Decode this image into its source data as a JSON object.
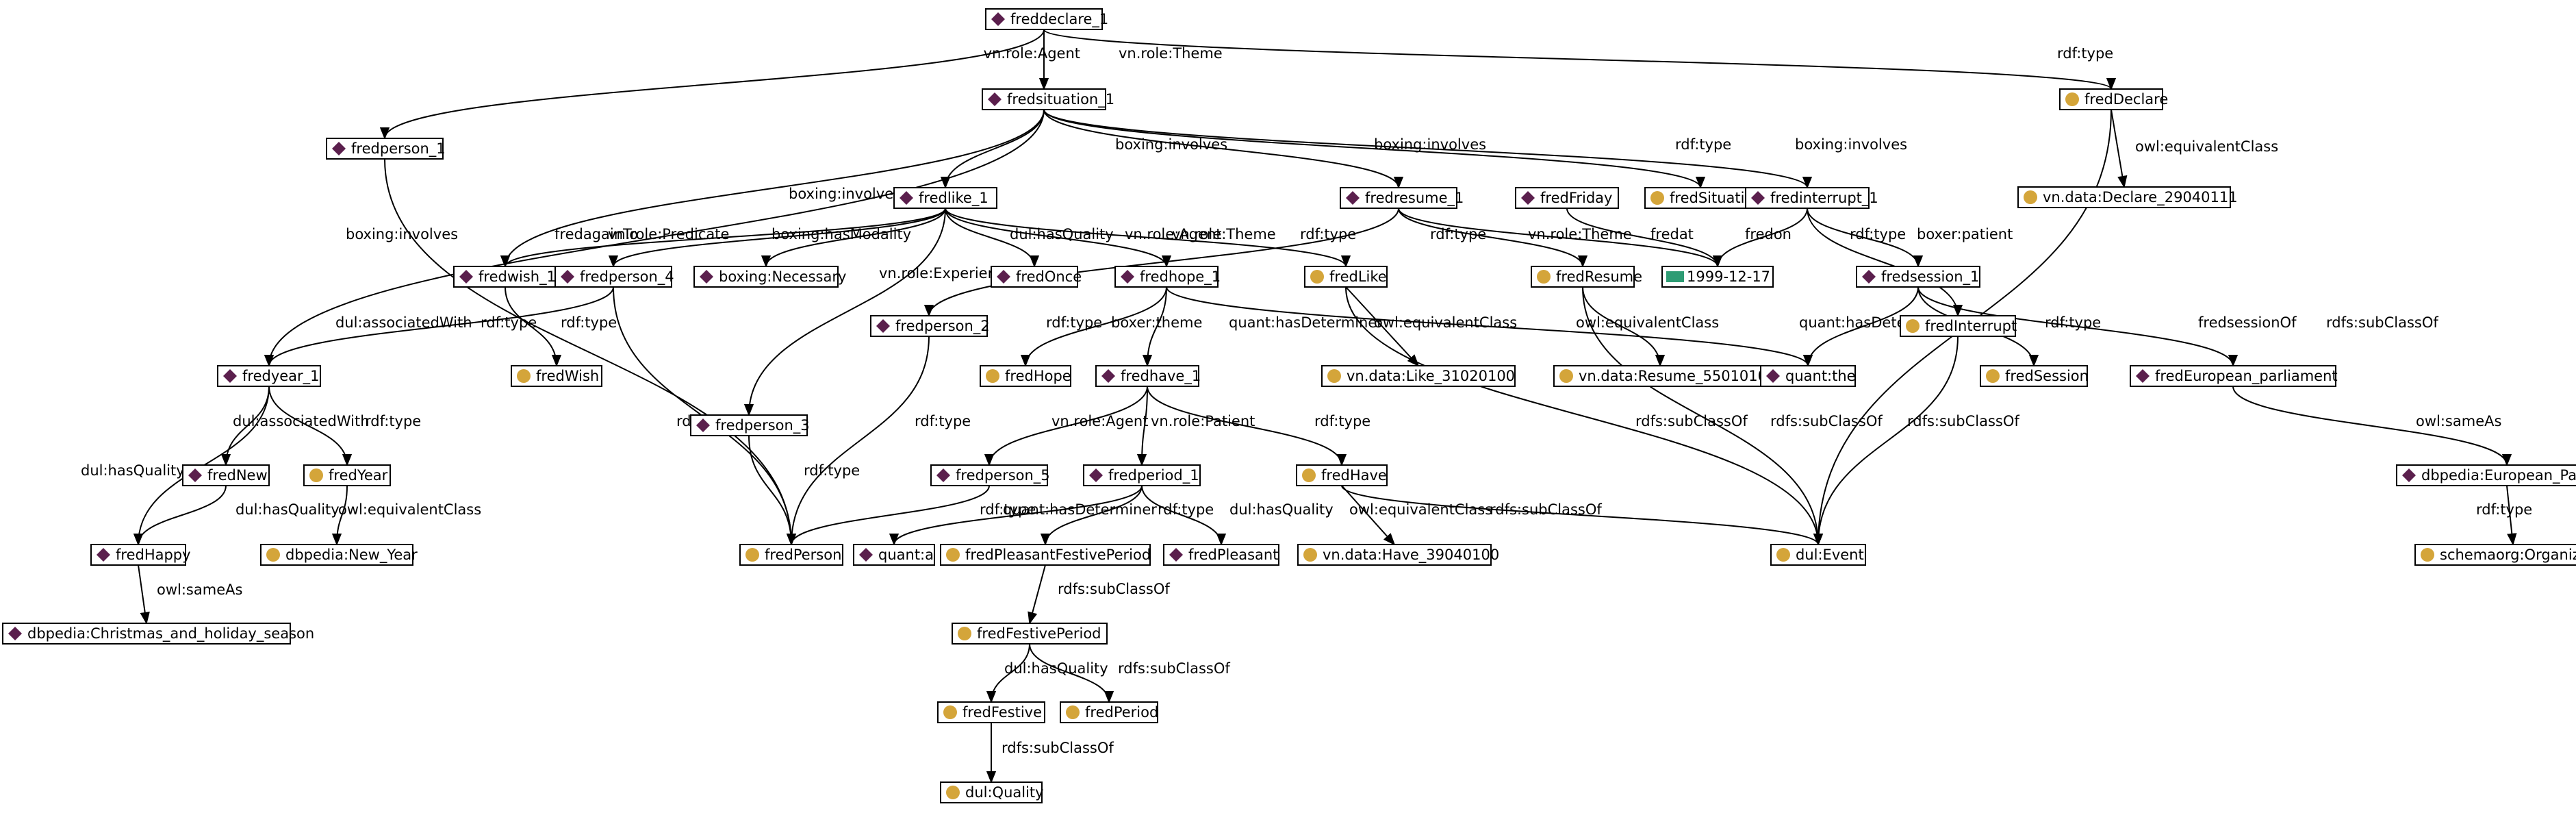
{
  "colors": {
    "entity": "#5b1f4d",
    "class": "#d4a53a",
    "literal": "#2e9c74",
    "line": "#000000"
  },
  "nodes": [
    {
      "id": "fredDeclare_1",
      "label": "freddeclare_1",
      "kind": "entity"
    },
    {
      "id": "fredsituation_1",
      "label": "fredsituation_1",
      "kind": "entity"
    },
    {
      "id": "fredperson_1",
      "label": "fredperson_1",
      "kind": "entity"
    },
    {
      "id": "fredDeclare",
      "label": "fredDeclare",
      "kind": "class"
    },
    {
      "id": "vnDeclare",
      "label": "vn.data:Declare_29040111",
      "kind": "class"
    },
    {
      "id": "fredlike_1",
      "label": "fredlike_1",
      "kind": "entity"
    },
    {
      "id": "fredresume_1",
      "label": "fredresume_1",
      "kind": "entity"
    },
    {
      "id": "fredFriday",
      "label": "fredFriday",
      "kind": "entity"
    },
    {
      "id": "fredSituation",
      "label": "fredSituation",
      "kind": "class"
    },
    {
      "id": "fredinterrupt_1",
      "label": "fredinterrupt_1",
      "kind": "entity"
    },
    {
      "id": "fredwish_1",
      "label": "fredwish_1",
      "kind": "entity"
    },
    {
      "id": "fredperson_4",
      "label": "fredperson_4",
      "kind": "entity"
    },
    {
      "id": "boxingNecessary",
      "label": "boxing:Necessary",
      "kind": "entity"
    },
    {
      "id": "fredOnce",
      "label": "fredOnce",
      "kind": "entity"
    },
    {
      "id": "fredhope_1",
      "label": "fredhope_1",
      "kind": "entity"
    },
    {
      "id": "fredLike",
      "label": "fredLike",
      "kind": "class"
    },
    {
      "id": "fredResume",
      "label": "fredResume",
      "kind": "class"
    },
    {
      "id": "date1999",
      "label": "1999-12-17",
      "kind": "literal"
    },
    {
      "id": "fredsession_1",
      "label": "fredsession_1",
      "kind": "entity"
    },
    {
      "id": "fredyear_1",
      "label": "fredyear_1",
      "kind": "entity"
    },
    {
      "id": "fredperson_2",
      "label": "fredperson_2",
      "kind": "entity"
    },
    {
      "id": "fredInterrupt",
      "label": "fredInterrupt",
      "kind": "class"
    },
    {
      "id": "fredWish",
      "label": "fredWish",
      "kind": "class"
    },
    {
      "id": "fredHope",
      "label": "fredHope",
      "kind": "class"
    },
    {
      "id": "fredhave_1",
      "label": "fredhave_1",
      "kind": "entity"
    },
    {
      "id": "vnLike",
      "label": "vn.data:Like_31020100",
      "kind": "class"
    },
    {
      "id": "vnResume",
      "label": "vn.data:Resume_55010100",
      "kind": "class"
    },
    {
      "id": "quantThe",
      "label": "quant:the",
      "kind": "entity"
    },
    {
      "id": "fredSession",
      "label": "fredSession",
      "kind": "class"
    },
    {
      "id": "fredEuropean",
      "label": "fredEuropean_parliament",
      "kind": "entity"
    },
    {
      "id": "fredNew",
      "label": "fredNew",
      "kind": "entity"
    },
    {
      "id": "fredYear",
      "label": "fredYear",
      "kind": "class"
    },
    {
      "id": "fredperson_3",
      "label": "fredperson_3",
      "kind": "entity"
    },
    {
      "id": "fredperson_5",
      "label": "fredperson_5",
      "kind": "entity"
    },
    {
      "id": "fredperiod_1",
      "label": "fredperiod_1",
      "kind": "entity"
    },
    {
      "id": "fredHave",
      "label": "fredHave",
      "kind": "class"
    },
    {
      "id": "dbpediaEP",
      "label": "dbpedia:European_Parliament",
      "kind": "entity"
    },
    {
      "id": "fredHappy",
      "label": "fredHappy",
      "kind": "entity"
    },
    {
      "id": "dbpediaNewYear",
      "label": "dbpedia:New_Year",
      "kind": "class"
    },
    {
      "id": "fredPerson",
      "label": "fredPerson",
      "kind": "class"
    },
    {
      "id": "quantA",
      "label": "quant:a",
      "kind": "entity"
    },
    {
      "id": "fredPFP",
      "label": "fredPleasantFestivePeriod",
      "kind": "class"
    },
    {
      "id": "fredPleasant",
      "label": "fredPleasant",
      "kind": "entity"
    },
    {
      "id": "vnHave",
      "label": "vn.data:Have_39040100",
      "kind": "class"
    },
    {
      "id": "dulEvent",
      "label": "dul:Event",
      "kind": "class"
    },
    {
      "id": "schemaOrg",
      "label": "schemaorg:Organization",
      "kind": "class"
    },
    {
      "id": "dbpediaXmas",
      "label": "dbpedia:Christmas_and_holiday_season",
      "kind": "entity"
    },
    {
      "id": "fredFestivePeriod",
      "label": "fredFestivePeriod",
      "kind": "class"
    },
    {
      "id": "fredFestive",
      "label": "fredFestive",
      "kind": "class"
    },
    {
      "id": "fredPeriod",
      "label": "fredPeriod",
      "kind": "class"
    },
    {
      "id": "dulQuality",
      "label": "dul:Quality",
      "kind": "class"
    }
  ],
  "edges": [
    {
      "id": "e1",
      "label": "vn.role:Agent"
    },
    {
      "id": "e2",
      "label": "vn.role:Theme"
    },
    {
      "id": "e3",
      "label": "rdf:type"
    },
    {
      "id": "e4",
      "label": "owl:equivalentClass"
    },
    {
      "id": "e5",
      "label": "rdfs:subClassOf"
    },
    {
      "id": "e6",
      "label": "boxing:involves"
    },
    {
      "id": "e7",
      "label": "boxing:involves"
    },
    {
      "id": "e8",
      "label": "boxing:involves"
    },
    {
      "id": "e9",
      "label": "rdf:type"
    },
    {
      "id": "e10",
      "label": "boxing:involves"
    },
    {
      "id": "e11",
      "label": "boxing:involves"
    },
    {
      "id": "e12",
      "label": "rdf:type"
    },
    {
      "id": "e13",
      "label": "fredagainTo"
    },
    {
      "id": "e14",
      "label": "vn.role:Predicate"
    },
    {
      "id": "e15",
      "label": "boxing:hasModality"
    },
    {
      "id": "e16",
      "label": "dul:hasQuality"
    },
    {
      "id": "e17",
      "label": "vn.role:Theme"
    },
    {
      "id": "e18",
      "label": "rdf:type"
    },
    {
      "id": "e19",
      "label": "vn.role:Experiencer"
    },
    {
      "id": "e20",
      "label": "vn.role:Agent"
    },
    {
      "id": "e21",
      "label": "rdf:type"
    },
    {
      "id": "e22",
      "label": "vn.role:Theme"
    },
    {
      "id": "e23",
      "label": "fredat"
    },
    {
      "id": "e24",
      "label": "fredon"
    },
    {
      "id": "e25",
      "label": "rdf:type"
    },
    {
      "id": "e26",
      "label": "boxer:patient"
    },
    {
      "id": "e27",
      "label": "rdf:type"
    },
    {
      "id": "e28",
      "label": "dul:associatedWith"
    },
    {
      "id": "e29",
      "label": "rdf:type"
    },
    {
      "id": "e30",
      "label": "rdf:type"
    },
    {
      "id": "e31",
      "label": "boxer:theme"
    },
    {
      "id": "e32",
      "label": "quant:hasDeterminer"
    },
    {
      "id": "e33",
      "label": "owl:equivalentClass"
    },
    {
      "id": "e34",
      "label": "rdfs:subClassOf"
    },
    {
      "id": "e35",
      "label": "owl:equivalentClass"
    },
    {
      "id": "e36",
      "label": "rdfs:subClassOf"
    },
    {
      "id": "e37",
      "label": "quant:hasDeterminer"
    },
    {
      "id": "e38",
      "label": "rdf:type"
    },
    {
      "id": "e39",
      "label": "fredsessionOf"
    },
    {
      "id": "e40",
      "label": "rdfs:subClassOf"
    },
    {
      "id": "e41",
      "label": "dul:hasQuality"
    },
    {
      "id": "e42",
      "label": "dul:associatedWith"
    },
    {
      "id": "e43",
      "label": "rdf:type"
    },
    {
      "id": "e44",
      "label": "rdf:type"
    },
    {
      "id": "e45",
      "label": "rdf:type"
    },
    {
      "id": "e46",
      "label": "vn.role:Agent"
    },
    {
      "id": "e47",
      "label": "vn.role:Patient"
    },
    {
      "id": "e48",
      "label": "rdf:type"
    },
    {
      "id": "e49",
      "label": "owl:sameAs"
    },
    {
      "id": "e50",
      "label": "dul:hasQuality"
    },
    {
      "id": "e51",
      "label": "owl:equivalentClass"
    },
    {
      "id": "e52",
      "label": "rdf:type"
    },
    {
      "id": "e53",
      "label": "quant:hasDeterminer"
    },
    {
      "id": "e54",
      "label": "rdf:type"
    },
    {
      "id": "e55",
      "label": "dul:hasQuality"
    },
    {
      "id": "e56",
      "label": "owl:equivalentClass"
    },
    {
      "id": "e57",
      "label": "rdfs:subClassOf"
    },
    {
      "id": "e58",
      "label": "rdf:type"
    },
    {
      "id": "e59",
      "label": "owl:sameAs"
    },
    {
      "id": "e60",
      "label": "rdfs:subClassOf"
    },
    {
      "id": "e61",
      "label": "dul:hasQuality"
    },
    {
      "id": "e62",
      "label": "rdfs:subClassOf"
    },
    {
      "id": "e63",
      "label": "rdfs:subClassOf"
    }
  ]
}
